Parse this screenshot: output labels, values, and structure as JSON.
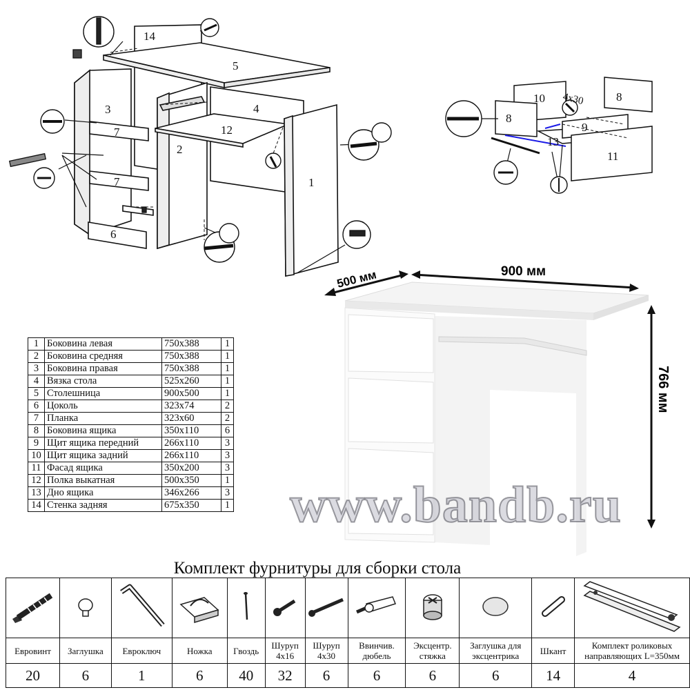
{
  "assembly": {
    "part_numbers": [
      "1",
      "2",
      "3",
      "4",
      "5",
      "6",
      "7",
      "7",
      "12",
      "14"
    ],
    "drawer_part_numbers": [
      "10",
      "8",
      "8",
      "9",
      "11",
      "13"
    ],
    "drawer_screw_label": "4x30"
  },
  "dimensions": {
    "depth": "500 мм",
    "width": "900 мм",
    "height": "766 мм"
  },
  "parts": [
    {
      "n": "1",
      "name": "Боковина левая",
      "size": "750x388",
      "qty": "1"
    },
    {
      "n": "2",
      "name": "Боковина средняя",
      "size": "750x388",
      "qty": "1"
    },
    {
      "n": "3",
      "name": "Боковина правая",
      "size": "750x388",
      "qty": "1"
    },
    {
      "n": "4",
      "name": "Вязка стола",
      "size": "525x260",
      "qty": "1"
    },
    {
      "n": "5",
      "name": "Столешница",
      "size": "900x500",
      "qty": "1"
    },
    {
      "n": "6",
      "name": "Цоколь",
      "size": "323x74",
      "qty": "2"
    },
    {
      "n": "7",
      "name": "Планка",
      "size": "323x60",
      "qty": "2"
    },
    {
      "n": "8",
      "name": "Боковина ящика",
      "size": "350x110",
      "qty": "6"
    },
    {
      "n": "9",
      "name": "Щит ящика передний",
      "size": "266x110",
      "qty": "3"
    },
    {
      "n": "10",
      "name": "Щит ящика задний",
      "size": "266x110",
      "qty": "3"
    },
    {
      "n": "11",
      "name": "Фасад ящика",
      "size": "350x200",
      "qty": "3"
    },
    {
      "n": "12",
      "name": "Полка выкатная",
      "size": "500x350",
      "qty": "1"
    },
    {
      "n": "13",
      "name": "Дно ящика",
      "size": "346x266",
      "qty": "3"
    },
    {
      "n": "14",
      "name": "Стенка задняя",
      "size": "675x350",
      "qty": "1"
    }
  ],
  "watermark": "www.bandb.ru",
  "kit": {
    "title": "Комплект фурнитуры для сборки стола",
    "items": [
      {
        "icon": "eurovint-screw-icon",
        "label1": "Евровинт",
        "label2": "",
        "qty": "20"
      },
      {
        "icon": "cap-icon",
        "label1": "Заглушка",
        "label2": "",
        "qty": "6"
      },
      {
        "icon": "hex-key-icon",
        "label1": "Евроключ",
        "label2": "",
        "qty": "1"
      },
      {
        "icon": "foot-icon",
        "label1": "Ножка",
        "label2": "",
        "qty": "6"
      },
      {
        "icon": "nail-icon",
        "label1": "Гвоздь",
        "label2": "",
        "qty": "40"
      },
      {
        "icon": "screw-small-icon",
        "label1": "Шуруп",
        "label2": "4х16",
        "qty": "32"
      },
      {
        "icon": "screw-long-icon",
        "label1": "Шуруп",
        "label2": "4х30",
        "qty": "6"
      },
      {
        "icon": "dowel-icon",
        "label1": "Ввинчив.",
        "label2": "дюбель",
        "qty": "6"
      },
      {
        "icon": "cam-lock-icon",
        "label1": "Эксцентр.",
        "label2": "стяжка",
        "qty": "6"
      },
      {
        "icon": "cam-cap-icon",
        "label1": "Заглушка для",
        "label2": "эксцентрика",
        "qty": "6"
      },
      {
        "icon": "wood-dowel-icon",
        "label1": "Шкант",
        "label2": "",
        "qty": "14"
      },
      {
        "icon": "roller-slide-icon",
        "label1": "Комплект роликовых",
        "label2": "направляющих L=350мм",
        "qty": "4"
      }
    ]
  }
}
